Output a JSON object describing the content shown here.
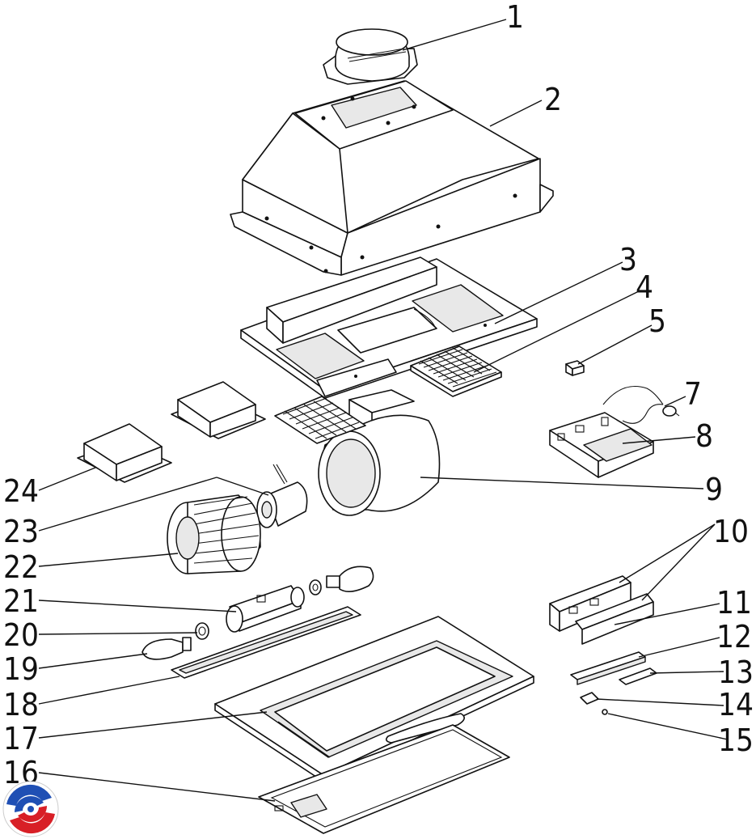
{
  "callouts": [
    {
      "id": "1",
      "text": "1"
    },
    {
      "id": "2",
      "text": "2"
    },
    {
      "id": "3",
      "text": "3"
    },
    {
      "id": "4",
      "text": "4"
    },
    {
      "id": "5",
      "text": "5"
    },
    {
      "id": "7",
      "text": "7"
    },
    {
      "id": "8",
      "text": "8"
    },
    {
      "id": "9",
      "text": "9"
    },
    {
      "id": "10",
      "text": "10"
    },
    {
      "id": "11",
      "text": "11"
    },
    {
      "id": "12",
      "text": "12"
    },
    {
      "id": "13",
      "text": "13"
    },
    {
      "id": "14",
      "text": "14"
    },
    {
      "id": "15",
      "text": "15"
    },
    {
      "id": "16",
      "text": "16"
    },
    {
      "id": "17",
      "text": "17"
    },
    {
      "id": "18",
      "text": "18"
    },
    {
      "id": "19",
      "text": "19"
    },
    {
      "id": "20",
      "text": "20"
    },
    {
      "id": "21",
      "text": "21"
    },
    {
      "id": "22",
      "text": "22"
    },
    {
      "id": "23",
      "text": "23"
    },
    {
      "id": "24",
      "text": "24"
    }
  ],
  "logo": {
    "icon": "brand-swirl-logo",
    "colors": [
      "#1f4fb4",
      "#d81f26"
    ]
  }
}
